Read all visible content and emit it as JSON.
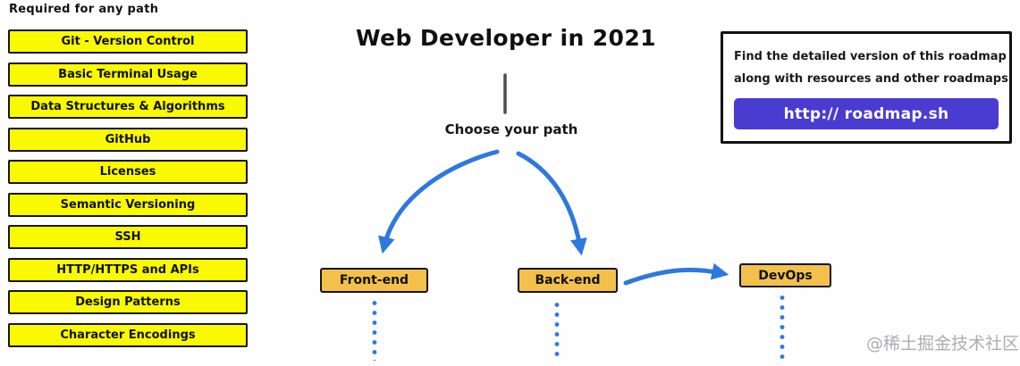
{
  "page": {
    "title": "Web Developer in 2021",
    "choose_path_label": "Choose your path",
    "watermark": "@稀土掘金技术社区"
  },
  "required": {
    "heading": "Required for any path",
    "items": [
      "Git - Version Control",
      "Basic Terminal Usage",
      "Data Structures & Algorithms",
      "GitHub",
      "Licenses",
      "Semantic Versioning",
      "SSH",
      "HTTP/HTTPS and APIs",
      "Design Patterns",
      "Character Encodings"
    ]
  },
  "paths": {
    "frontend": "Front-end",
    "backend": "Back-end",
    "devops": "DevOps"
  },
  "info_box": {
    "line1": "Find the detailed version of this roadmap",
    "line2": "along with resources and other roadmaps",
    "button_label": "http:// roadmap.sh"
  },
  "colors": {
    "topic_yellow": "#f9f900",
    "path_orange": "#f3c14b",
    "arrow_blue": "#2e78de",
    "button_purple": "#4a3bd1",
    "border_black": "#161616"
  }
}
